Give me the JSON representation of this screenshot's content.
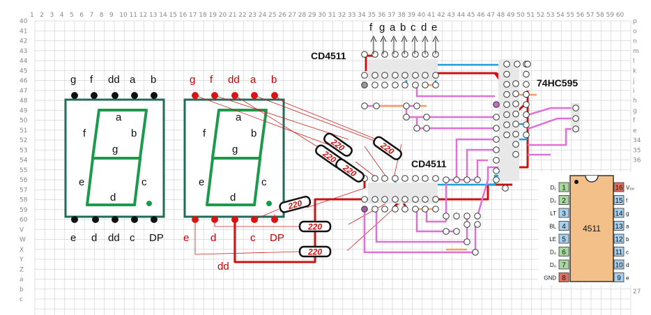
{
  "grid": {
    "top_numbers": [
      "1",
      "2",
      "3",
      "4",
      "5",
      "6",
      "7",
      "8",
      "9",
      "10",
      "11",
      "12",
      "13",
      "14",
      "15",
      "16",
      "17",
      "18",
      "19",
      "20",
      "21",
      "22",
      "23",
      "24",
      "25",
      "26",
      "27",
      "28",
      "29",
      "30",
      "31",
      "32",
      "33",
      "34",
      "35",
      "36",
      "37",
      "38",
      "39",
      "40",
      "41",
      "42",
      "43",
      "44",
      "45",
      "46",
      "47",
      "48",
      "49",
      "50",
      "51",
      "52",
      "53",
      "54",
      "55",
      "56",
      "57",
      "58",
      "59",
      "60"
    ],
    "left_rows": [
      "40",
      "41",
      "42",
      "43",
      "44",
      "45",
      "46",
      "47",
      "48",
      "49",
      "50",
      "51",
      "52",
      "53",
      "54",
      "55",
      "56",
      "57",
      "58",
      "59",
      "60",
      "V",
      "W",
      "X",
      "Y",
      "Z",
      "a",
      "b",
      "c"
    ],
    "right_rows": [
      "p",
      "o",
      "n",
      "m",
      "l",
      "k",
      "j",
      "i",
      "h",
      "g",
      "f",
      "e",
      "34",
      "35",
      "36"
    ],
    "right_bottom": "27"
  },
  "display_left": {
    "top_pins": [
      "g",
      "f",
      "dd",
      "a",
      "b"
    ],
    "bottom_pins": [
      "e",
      "d",
      "dd",
      "c",
      "DP"
    ],
    "segments": [
      "a",
      "f",
      "b",
      "g",
      "e",
      "c",
      "d"
    ]
  },
  "display_right": {
    "top_pins": [
      "g",
      "f",
      "dd",
      "a",
      "b"
    ],
    "bottom_pins": [
      "e",
      "d",
      "c",
      "DP"
    ],
    "segments": [
      "a",
      "f",
      "b",
      "g",
      "e",
      "c",
      "d"
    ],
    "dd_label": "dd"
  },
  "chips": {
    "cd4511_top": "CD4511",
    "cd4511_bottom": "CD4511",
    "hc595": "74HC595",
    "header_labels": [
      "f",
      "g",
      "a",
      "b",
      "c",
      "d",
      "e"
    ]
  },
  "resistors": {
    "value": "220"
  },
  "pinout": {
    "name": "4511",
    "left": [
      {
        "num": "1",
        "label": "D₁"
      },
      {
        "num": "2",
        "label": "D₂"
      },
      {
        "num": "3",
        "label": "LT"
      },
      {
        "num": "4",
        "label": "BL"
      },
      {
        "num": "5",
        "label": "LE"
      },
      {
        "num": "6",
        "label": "D₄"
      },
      {
        "num": "7",
        "label": "D₀"
      },
      {
        "num": "8",
        "label": "GND"
      }
    ],
    "right": [
      {
        "num": "16",
        "label": "V₀₀"
      },
      {
        "num": "15",
        "label": "f"
      },
      {
        "num": "14",
        "label": "g"
      },
      {
        "num": "13",
        "label": "a"
      },
      {
        "num": "12",
        "label": "b"
      },
      {
        "num": "11",
        "label": "c"
      },
      {
        "num": "10",
        "label": "d"
      },
      {
        "num": "9",
        "label": "e"
      }
    ]
  },
  "colors": {
    "grid": "#d4d4d4",
    "display_border": "#1f6b5a",
    "segment": "#1a9a4a",
    "red_pin": "#dd1111",
    "wire_red": "#cc1111",
    "wire_blue": "#1e9ed8",
    "wire_pink": "#e070d8",
    "wire_orange": "#f2a060",
    "pin_green": "#a8d8a0",
    "pin_blue": "#a8d0ec",
    "pin_red": "#e07060"
  }
}
